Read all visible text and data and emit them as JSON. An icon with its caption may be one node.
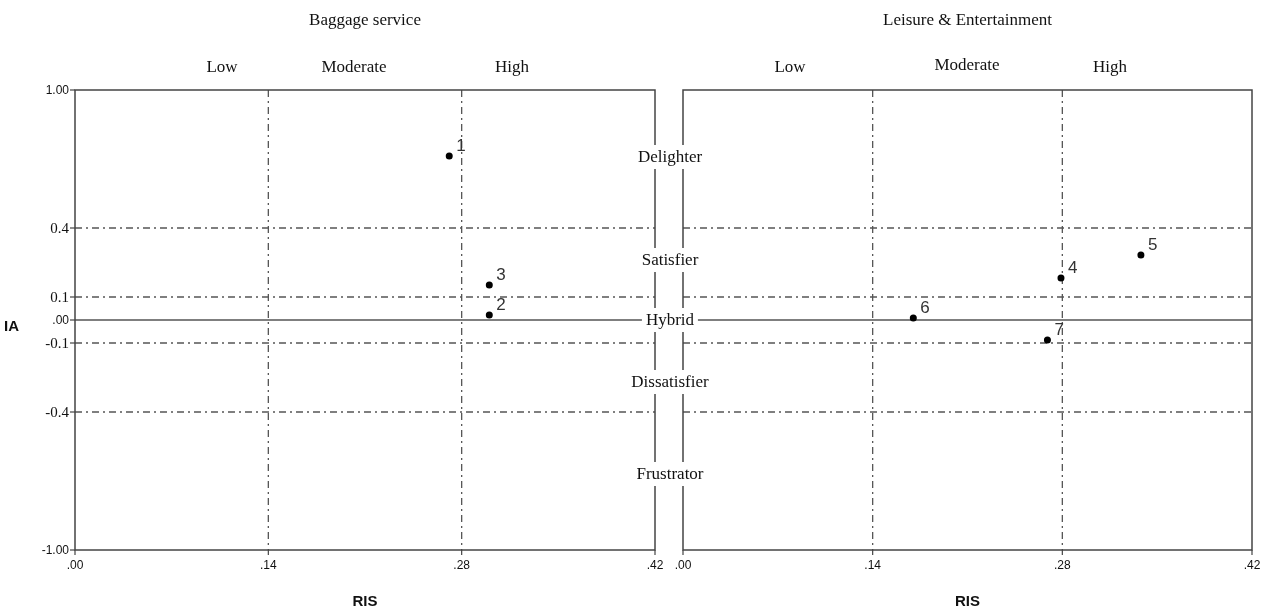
{
  "diagram": {
    "labels": [
      "Low",
      "Moderate",
      "High",
      "Low",
      "Moderate",
      "High",
      "Delighter",
      "Satisfier",
      "Hybrid",
      "Dissatisfier",
      "Frustrator"
    ],
    "chart_data": [
      {
        "type": "scatter",
        "grid": true,
        "title": "Baggage service",
        "xlabel": "RIS",
        "ylabel": "IA",
        "x": [
          0.271,
          0.3,
          0.3
        ],
        "series": [
          {
            "color": "#000000",
            "values": [
              0.713,
              0.022,
              0.152
            ]
          }
        ],
        "xlim": [
          0,
          0.42
        ],
        "ylim": [
          -1,
          1
        ],
        "xticks": [
          {
            "value": 0,
            "label": ".00"
          },
          {
            "value": 0.14,
            "label": ".14"
          },
          {
            "value": 0.28,
            "label": ".28"
          },
          {
            "value": 0.42,
            "label": ".42"
          }
        ],
        "yticks": [
          {
            "value": 1,
            "label": "1.00"
          },
          {
            "value": 0.4,
            "label": "0.4"
          },
          {
            "value": 0.1,
            "label": "0.1"
          },
          {
            "value": 0,
            "label": ".00"
          },
          {
            "value": -0.1,
            "label": "-0.1"
          },
          {
            "value": -0.4,
            "label": "-0.4"
          },
          {
            "value": -1,
            "label": "-1.00"
          }
        ],
        "annotations": [
          {
            "x": 0.271,
            "y": 0.713,
            "text": "1"
          },
          {
            "x": 0.3,
            "y": 0.022,
            "text": "2"
          },
          {
            "x": 0.3,
            "y": 0.152,
            "text": "3"
          }
        ]
      },
      {
        "type": "scatter",
        "grid": true,
        "title": "Leisure & Entertainment",
        "xlabel": "RIS",
        "x": [
          0.279,
          0.338,
          0.17,
          0.269
        ],
        "series": [
          {
            "color": "#000000",
            "values": [
              0.183,
              0.283,
              0.009,
              -0.087
            ]
          }
        ],
        "xlim": [
          0,
          0.42
        ],
        "ylim": [
          -1,
          1
        ],
        "xticks": [
          {
            "value": 0,
            "label": ".00"
          },
          {
            "value": 0.14,
            "label": ".14"
          },
          {
            "value": 0.28,
            "label": ".28"
          },
          {
            "value": 0.42,
            "label": ".42"
          }
        ],
        "annotations": [
          {
            "x": 0.279,
            "y": 0.183,
            "text": "4"
          },
          {
            "x": 0.338,
            "y": 0.283,
            "text": "5"
          },
          {
            "x": 0.17,
            "y": 0.009,
            "text": "6"
          },
          {
            "x": 0.269,
            "y": -0.087,
            "text": "7"
          }
        ]
      }
    ]
  }
}
